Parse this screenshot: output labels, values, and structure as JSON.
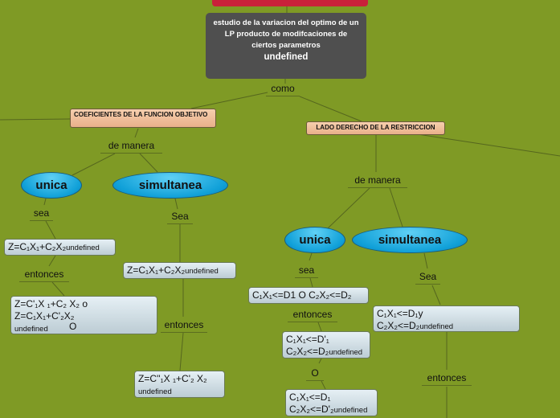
{
  "root": {
    "title": "estudio de la variacion del optimo de un LP producto de modifcaciones de ciertos parametros",
    "note": "undefined"
  },
  "como": "como",
  "left": {
    "title": "COEFICIENTES DE LA FUNCION OBJETIVO",
    "de_manera": "de manera",
    "unica": {
      "label": "unica",
      "sea": "sea",
      "box": "Z=C₁X₁+C₂X₂",
      "box_note": "undefined",
      "entonces": "entonces",
      "result_line1": "Z=C'₁X ₁+C₂ X₂ o",
      "result_line2": "Z=C₁X₁+C'₂X₂",
      "result_note": "undefined",
      "result_o": "O"
    },
    "simultanea": {
      "label": "simultanea",
      "sea": "Sea",
      "box": "Z=C₁X₁+C₂X₂",
      "box_note": "undefined",
      "entonces": "entonces",
      "result_line1": "Z=C''₁X ₁+C'₂ X₂",
      "result_note": "undefined"
    }
  },
  "right": {
    "title": "LADO DERECHO DE LA RESTRICCION",
    "de_manera": "de manera",
    "unica": {
      "label": "unica",
      "sea": "sea",
      "box": "C₁X₁<=D1 O C₂X₂<=D₂",
      "entonces": "entonces",
      "r1_line1": "C₁X₁<=D'₁",
      "r1_line2": "C₂X₂<=D₂",
      "r1_note": "undefined",
      "o": "O",
      "r2_line1": "C₁X₁<=D₁",
      "r2_line2": "C₂X₂<=D'₂",
      "r2_note": "undefined"
    },
    "simultanea": {
      "label": "simultanea",
      "sea": "Sea",
      "box_line1": "C₁X₁<=D₁y",
      "box_line2": "C₂X₂<=D₂",
      "box_note": "undefined",
      "entonces": "entonces"
    }
  }
}
